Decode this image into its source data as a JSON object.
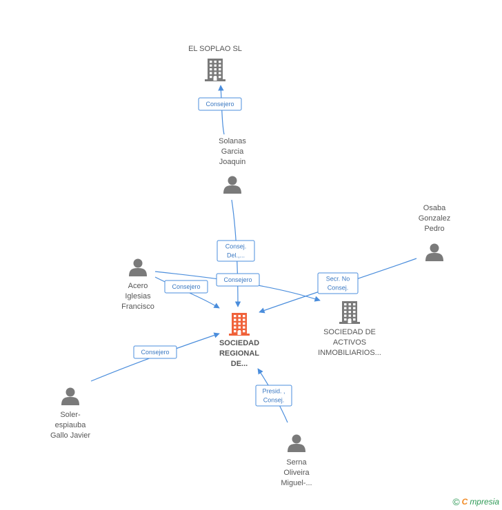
{
  "colors": {
    "edge": "#4a8ddc",
    "company": "#7a7a7a",
    "company_focus": "#f0623a",
    "person": "#7a7a7a",
    "label": "#555555"
  },
  "nodes": [
    {
      "id": "el_soplao",
      "type": "company",
      "lines": [
        "EL SOPLAO SL"
      ]
    },
    {
      "id": "solanas",
      "type": "person",
      "lines": [
        "Solanas",
        "Garcia",
        "Joaquin"
      ]
    },
    {
      "id": "osaba",
      "type": "person",
      "lines": [
        "Osaba",
        "Gonzalez",
        "Pedro"
      ]
    },
    {
      "id": "acero",
      "type": "person",
      "lines": [
        "Acero",
        "Iglesias",
        "Francisco"
      ]
    },
    {
      "id": "sociedad_regional",
      "type": "company_focus",
      "lines": [
        "SOCIEDAD",
        "REGIONAL",
        "DE..."
      ]
    },
    {
      "id": "sociedad_activos",
      "type": "company",
      "lines": [
        "SOCIEDAD DE",
        "ACTIVOS",
        "INMOBILIARIOS..."
      ]
    },
    {
      "id": "soler",
      "type": "person",
      "lines": [
        "Soler-",
        "espiauba",
        "Gallo Javier"
      ]
    },
    {
      "id": "serna",
      "type": "person",
      "lines": [
        "Serna",
        "Oliveira",
        "Miguel-..."
      ]
    }
  ],
  "edges": [
    {
      "from": "solanas",
      "to": "el_soplao",
      "label": [
        "Consejero"
      ]
    },
    {
      "from": "solanas",
      "to": "sociedad_regional",
      "label": [
        "Consej.",
        "Del.,..."
      ]
    },
    {
      "from": "acero",
      "to": "sociedad_regional",
      "label": [
        "Consejero"
      ]
    },
    {
      "from": "acero",
      "to": "sociedad_activos",
      "label": [
        "Consejero"
      ]
    },
    {
      "from": "osaba",
      "to": "sociedad_regional",
      "label": [
        "Secr. No",
        "Consej."
      ]
    },
    {
      "from": "soler",
      "to": "sociedad_regional",
      "label": [
        "Consejero"
      ]
    },
    {
      "from": "serna",
      "to": "sociedad_regional",
      "label": [
        "Presid. ,",
        "Consej."
      ]
    }
  ],
  "footer": {
    "copyright": "©",
    "brand_initial": "C",
    "brand_rest": "mpresia"
  }
}
